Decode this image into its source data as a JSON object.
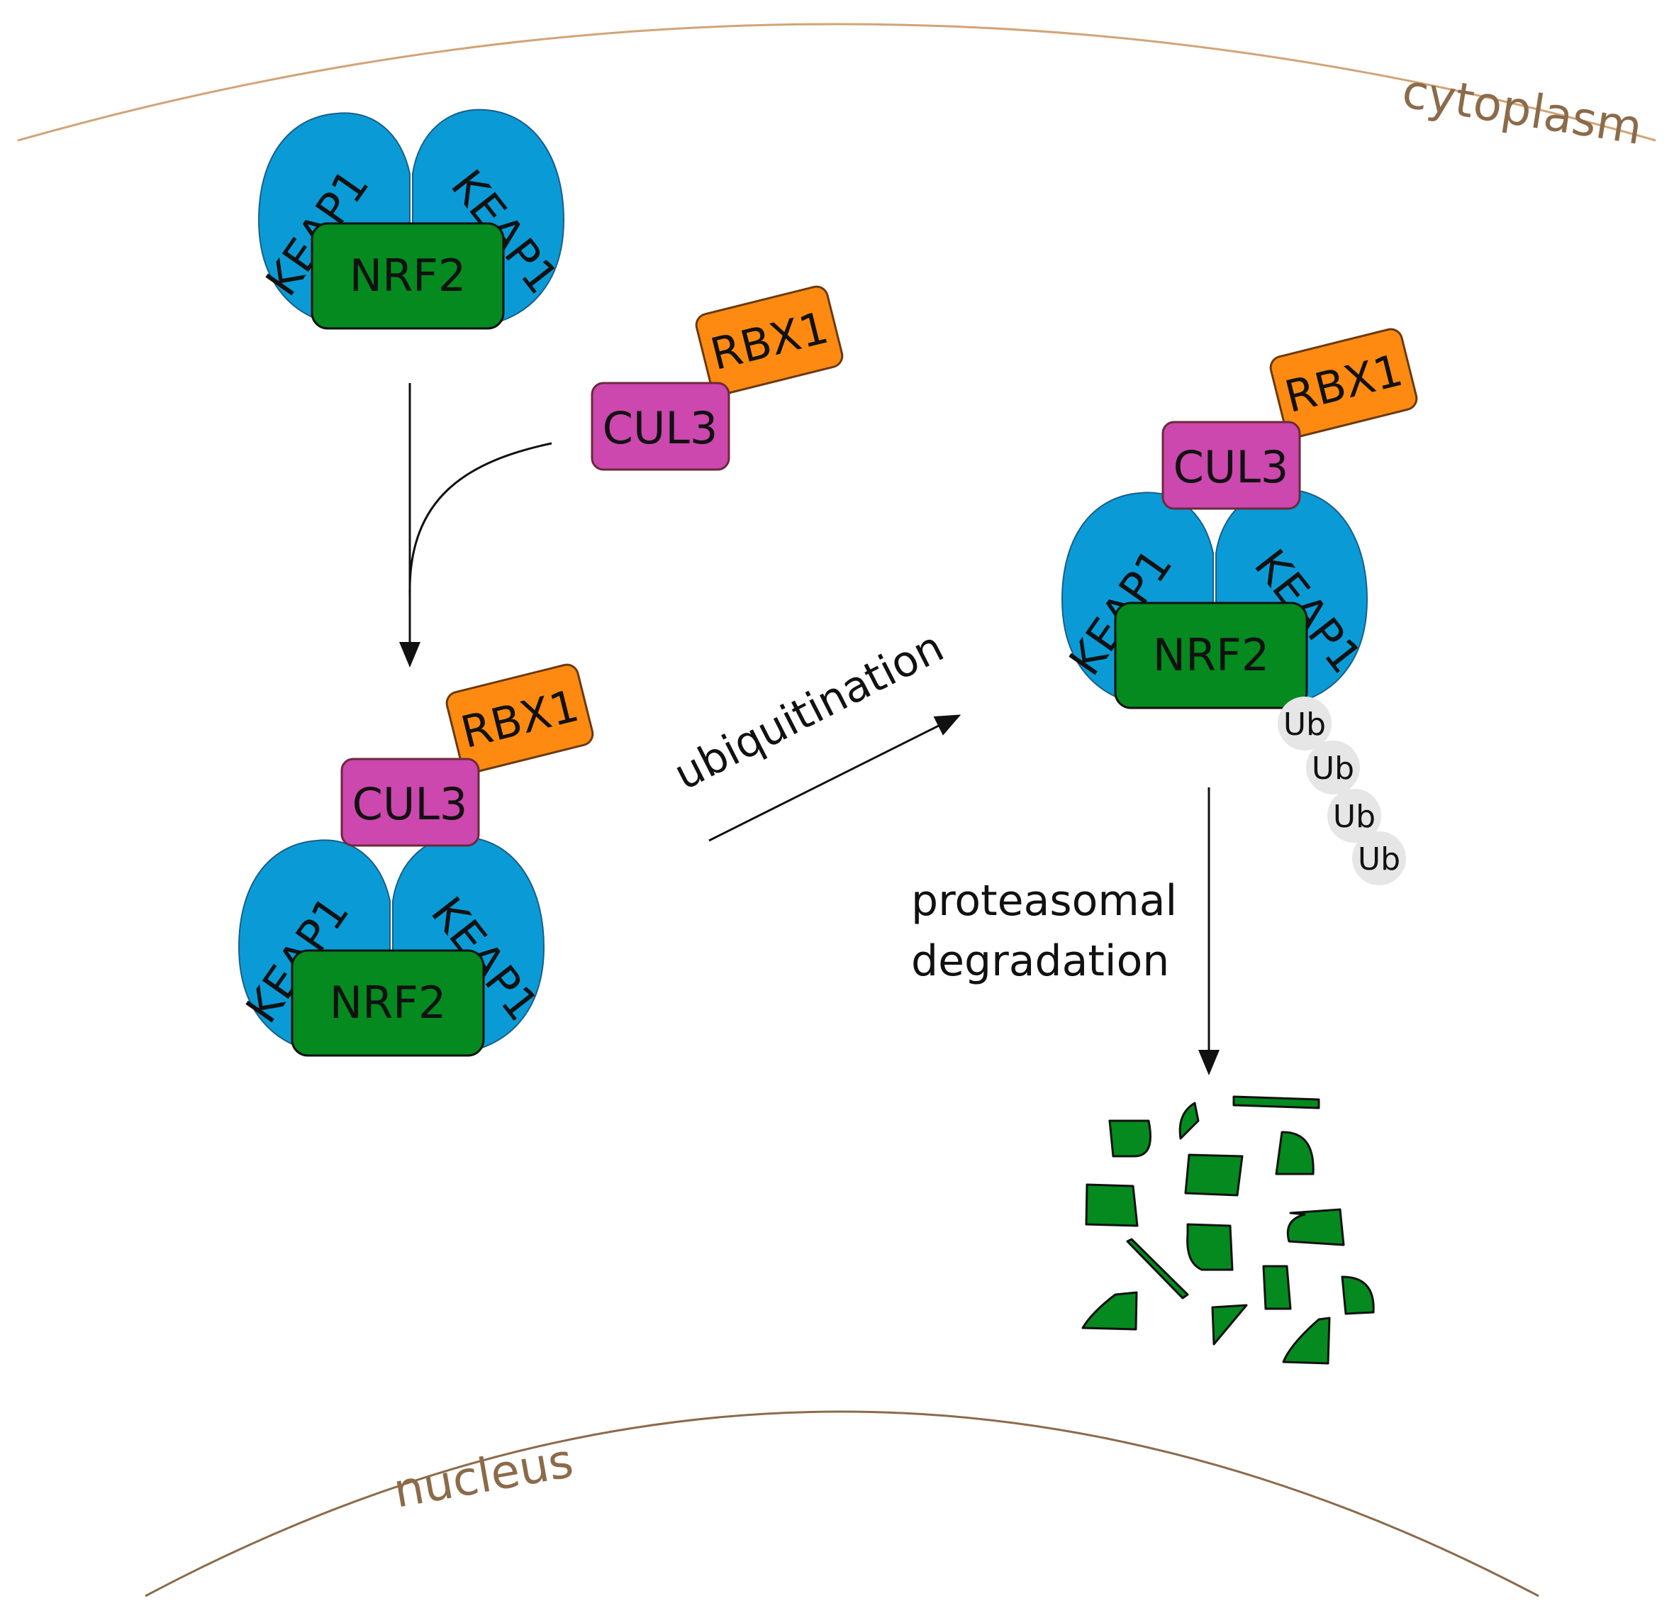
{
  "compartments": {
    "cytoplasm": "cytoplasm",
    "nucleus": "nucleus"
  },
  "proteins": {
    "keap1": "KEAP1",
    "nrf2": "NRF2",
    "cul3": "CUL3",
    "rbx1": "RBX1",
    "ub": "Ub"
  },
  "steps": {
    "ubiquitination": "ubiquitination",
    "degradation_line1": "proteasomal",
    "degradation_line2": "degradation"
  },
  "colors": {
    "keap1": "#0a9bd6",
    "nrf2": "#048a1e",
    "cul3": "#cc47ae",
    "rbx1": "#ff8a12",
    "ub": "#e6e6e6",
    "membrane": "#8c6b4a",
    "cytoplasm_line": "#d2a477"
  }
}
